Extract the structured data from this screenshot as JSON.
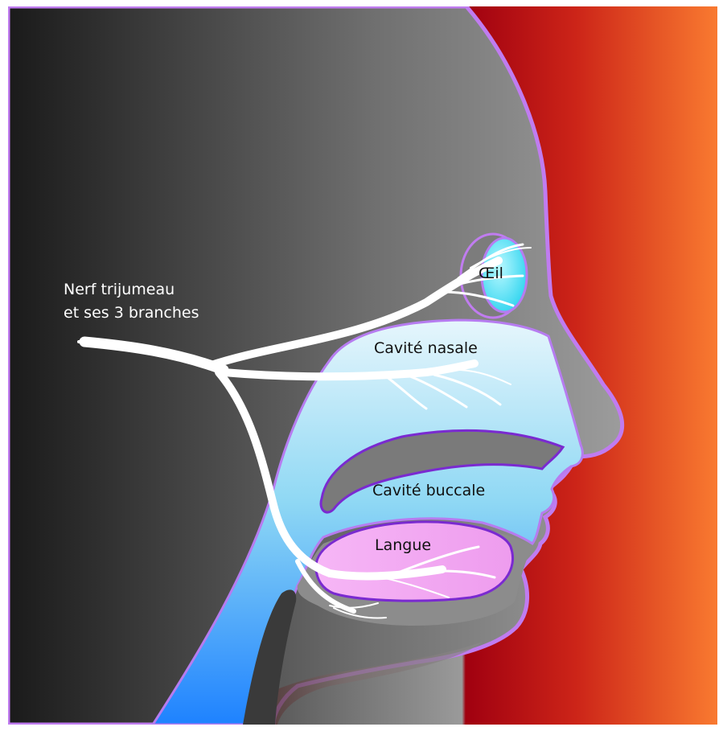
{
  "diagram": {
    "labels": {
      "nerve_line1": "Nerf trijumeau",
      "nerve_line2": "et ses 3 branches",
      "eye": "Œil",
      "nasal_cavity": "Cavité nasale",
      "oral_cavity": "Cavité buccale",
      "tongue": "Langue"
    },
    "colors": {
      "background_dark": "#000000",
      "background_gray": "#9a9a9a",
      "background_red": "#a00010",
      "background_orange": "#f97a30",
      "head_fill": "#8c8c8c",
      "outline": "#c07cf0",
      "cavity_top": "#e6f6fc",
      "cavity_bottom": "#1e82ff",
      "tongue": "#f4a8f4",
      "nerve": "#ffffff"
    }
  }
}
